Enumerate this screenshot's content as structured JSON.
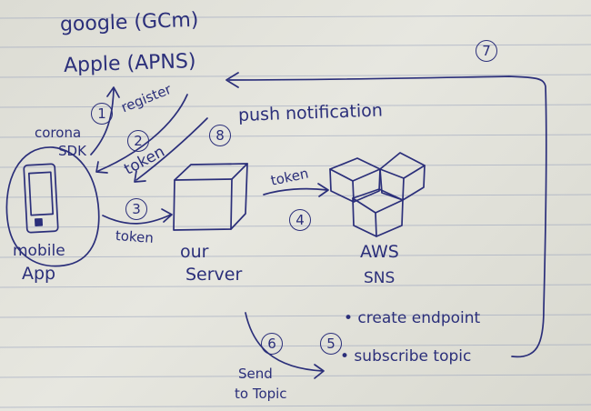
{
  "labels": {
    "google": "google (GCm)",
    "apple": "Apple (APNS)",
    "register": "register",
    "corona_sdk": [
      "corona",
      "SDK"
    ],
    "token_from_apple": "token",
    "push_notification": "push notification",
    "token_to_server": "token",
    "token_to_sns": "token",
    "mobile_app": [
      "mobile",
      "App"
    ],
    "our_server": [
      "our",
      "Server"
    ],
    "aws_sns": [
      "AWS",
      "SNS"
    ],
    "create_endpoint": "• create endpoint",
    "subscribe_topic": "• subscribe topic",
    "send_to_topic": [
      "Send",
      "to Topic"
    ]
  },
  "steps": [
    "1",
    "2",
    "3",
    "4",
    "5",
    "6",
    "7",
    "8"
  ],
  "colors": {
    "ink": "#2b2f7a",
    "paper": "#e2e2da",
    "rule": "#9aa3bd"
  }
}
